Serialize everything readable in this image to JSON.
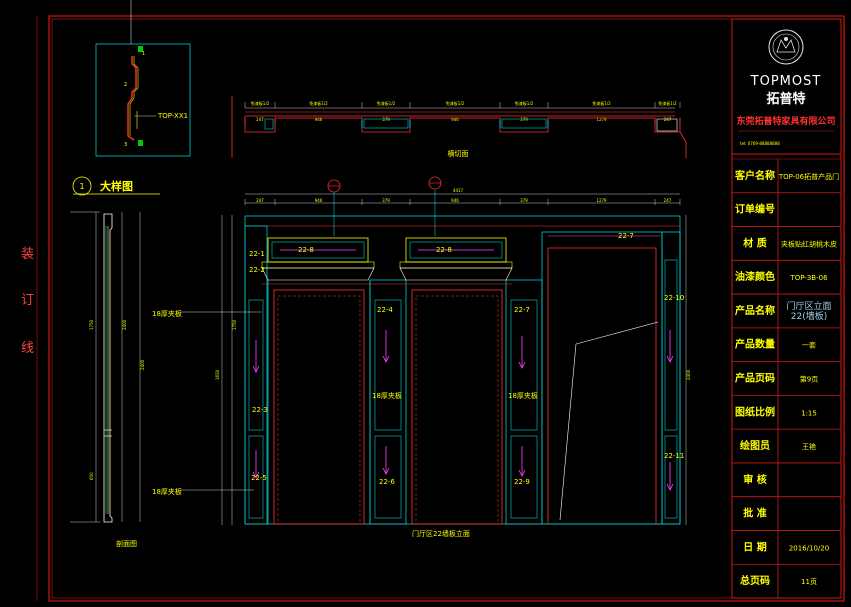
{
  "binding_margin": {
    "chars": [
      "装",
      "订",
      "线"
    ]
  },
  "title_block": {
    "logo_text": "TOPMOST",
    "logo_chinese": "拓普特",
    "company_name": "东莞拓普特家具有限公司",
    "company_small": "tel: 0769-88888888",
    "rows": [
      {
        "label": "客户名称",
        "value": "TOP-06拓普产品门"
      },
      {
        "label": "订单编号",
        "value": ""
      },
      {
        "label": "材    质",
        "value": "夹板贴红胡桃木皮"
      },
      {
        "label": "油漆颜色",
        "value": "TOP-3B-06"
      },
      {
        "label": "产品名称",
        "value": "门厅区立面\n22(墙板)"
      },
      {
        "label": "产品数量",
        "value": "一套"
      },
      {
        "label": "产品页码",
        "value": "第9页"
      },
      {
        "label": "图纸比例",
        "value": "1:15"
      },
      {
        "label": "绘图员",
        "value": "王艳"
      },
      {
        "label": "审    核",
        "value": ""
      },
      {
        "label": "批    准",
        "value": ""
      },
      {
        "label": "日    期",
        "value": "2016/10/20"
      },
      {
        "label": "总页码",
        "value": "11页"
      }
    ]
  },
  "detail": {
    "tag": "TOP-XX1",
    "labels": [
      "1",
      "2",
      "3"
    ]
  },
  "plan_view": {
    "title": "横切面",
    "top_dims": [
      "免漆板1/2",
      "免漆板1/2",
      "免漆板1/2",
      "免漆板1/2",
      "免漆板1/2",
      "免漆板1/2",
      "免漆板1/2"
    ],
    "bottom_dims": [
      "247",
      "946",
      "379",
      "946",
      "379",
      "1279",
      "247"
    ]
  },
  "elevation": {
    "section_no": "1",
    "title": "大样图",
    "caption": "门厅区22墙板立面",
    "side_section_caption": "剖面图",
    "overall_width": "4417",
    "top_dims": [
      "247",
      "946",
      "379",
      "946",
      "379",
      "1279",
      "247"
    ],
    "height_total": "2400",
    "height_upper": "1750",
    "height_lower": "650",
    "height_right": "2400",
    "left_height_a": "2400",
    "left_height_b": "1650",
    "transom_labels": [
      "22-8",
      "22-8"
    ],
    "panel_labels": [
      "22-1",
      "22-2",
      "22-3",
      "22-4",
      "22-5",
      "22-6",
      "22-7",
      "22-9",
      "22-10",
      "22-11"
    ],
    "note_label": "18厚夹板",
    "top_right_label": "22-7",
    "right_label_a": "22-10",
    "right_label_b": "22-11"
  }
}
